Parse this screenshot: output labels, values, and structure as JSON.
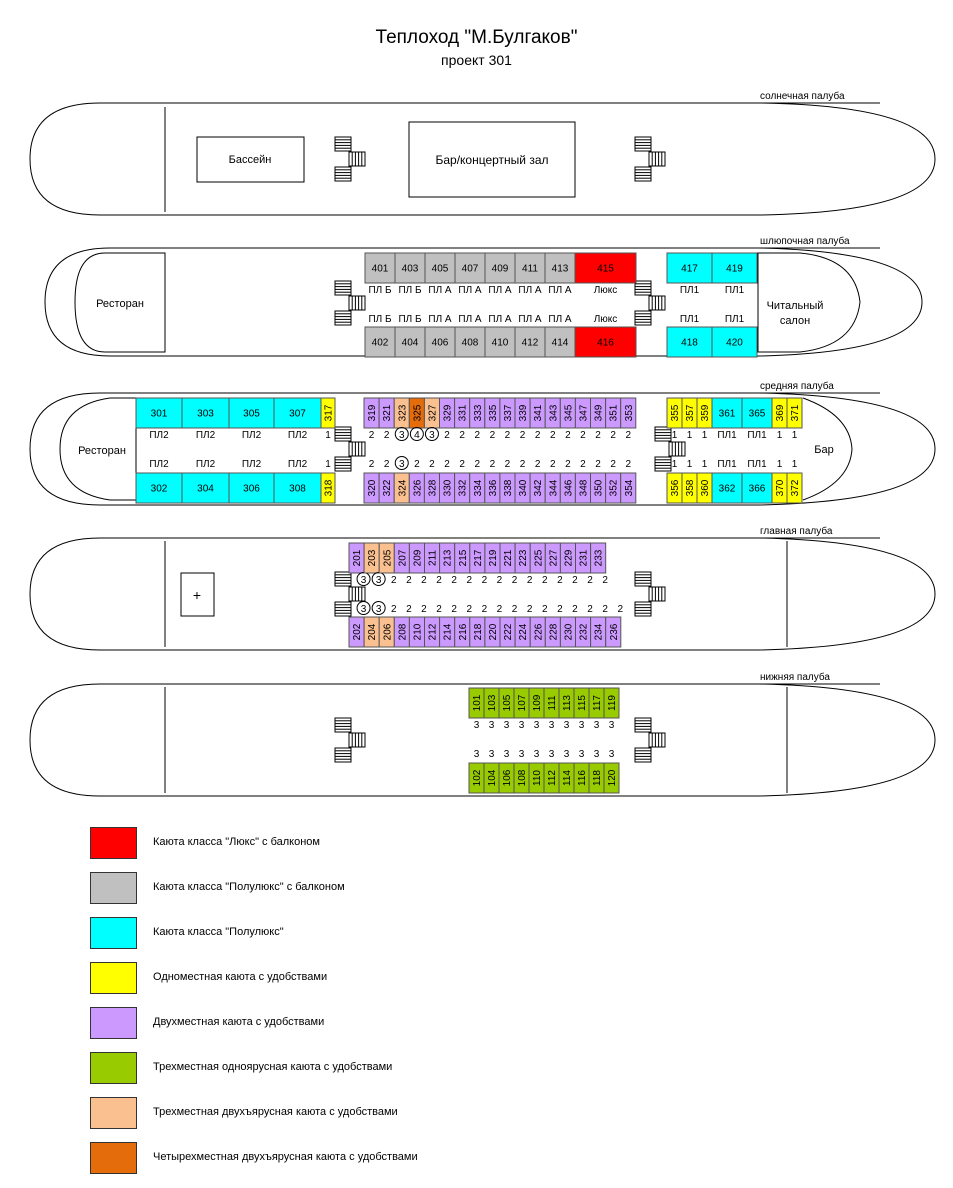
{
  "title": "Теплоход \"М.Булгаков\"",
  "subtitle": "проект 301",
  "colors": {
    "lux": "#ff0000",
    "semilux_balcony": "#c0c0c0",
    "semilux": "#00ffff",
    "single": "#ffff00",
    "double": "#cc99ff",
    "triple_single_tier": "#99cc00",
    "triple_bunk": "#fac090",
    "quad_bunk": "#e46c0a"
  },
  "decks": [
    {
      "label": "солнечная палуба"
    },
    {
      "label": "шлюпочная палуба"
    },
    {
      "label": "средняя палуба"
    },
    {
      "label": "главная палуба"
    },
    {
      "label": "нижняя палуба"
    }
  ],
  "rooms": {
    "pool": "Бассейн",
    "bar_concert": "Бар/концертный зал",
    "restaurant_boat": "Ресторан",
    "reading_1": "Читальный",
    "reading_2": "салон",
    "restaurant_mid": "Ресторан",
    "bar_mid": "Бар",
    "medical": "+"
  },
  "boat_top": [
    {
      "n": "401",
      "c": "semilux_balcony",
      "t": "ПЛ Б"
    },
    {
      "n": "403",
      "c": "semilux_balcony",
      "t": "ПЛ Б"
    },
    {
      "n": "405",
      "c": "semilux_balcony",
      "t": "ПЛ А"
    },
    {
      "n": "407",
      "c": "semilux_balcony",
      "t": "ПЛ А"
    },
    {
      "n": "409",
      "c": "semilux_balcony",
      "t": "ПЛ А"
    },
    {
      "n": "411",
      "c": "semilux_balcony",
      "t": "ПЛ А"
    },
    {
      "n": "413",
      "c": "semilux_balcony",
      "t": "ПЛ А"
    },
    {
      "n": "415",
      "c": "lux",
      "t": "Люкс"
    }
  ],
  "boat_bot": [
    {
      "n": "402",
      "c": "semilux_balcony",
      "t": "ПЛ Б"
    },
    {
      "n": "404",
      "c": "semilux_balcony",
      "t": "ПЛ Б"
    },
    {
      "n": "406",
      "c": "semilux_balcony",
      "t": "ПЛ А"
    },
    {
      "n": "408",
      "c": "semilux_balcony",
      "t": "ПЛ А"
    },
    {
      "n": "410",
      "c": "semilux_balcony",
      "t": "ПЛ А"
    },
    {
      "n": "412",
      "c": "semilux_balcony",
      "t": "ПЛ А"
    },
    {
      "n": "414",
      "c": "semilux_balcony",
      "t": "ПЛ А"
    },
    {
      "n": "416",
      "c": "lux",
      "t": "Люкс"
    }
  ],
  "boat_fwd_top": [
    {
      "n": "417",
      "c": "semilux",
      "t": "ПЛ1"
    },
    {
      "n": "419",
      "c": "semilux",
      "t": "ПЛ1"
    }
  ],
  "boat_fwd_bot": [
    {
      "n": "418",
      "c": "semilux",
      "t": "ПЛ1"
    },
    {
      "n": "420",
      "c": "semilux",
      "t": "ПЛ1"
    }
  ],
  "mid_aft_top": [
    {
      "n": "301",
      "c": "semilux",
      "t": "ПЛ2"
    },
    {
      "n": "303",
      "c": "semilux",
      "t": "ПЛ2"
    },
    {
      "n": "305",
      "c": "semilux",
      "t": "ПЛ2"
    },
    {
      "n": "307",
      "c": "semilux",
      "t": "ПЛ2"
    },
    {
      "n": "317",
      "c": "single",
      "t": "1"
    }
  ],
  "mid_aft_bot": [
    {
      "n": "302",
      "c": "semilux",
      "t": "ПЛ2"
    },
    {
      "n": "304",
      "c": "semilux",
      "t": "ПЛ2"
    },
    {
      "n": "306",
      "c": "semilux",
      "t": "ПЛ2"
    },
    {
      "n": "308",
      "c": "semilux",
      "t": "ПЛ2"
    },
    {
      "n": "318",
      "c": "single",
      "t": "1"
    }
  ],
  "mid_c_top": [
    {
      "n": "319",
      "c": "double",
      "t": "2"
    },
    {
      "n": "321",
      "c": "double",
      "t": "2"
    },
    {
      "n": "323",
      "c": "triple_bunk",
      "t": "3",
      "o": 1
    },
    {
      "n": "325",
      "c": "quad_bunk",
      "t": "4",
      "o": 1
    },
    {
      "n": "327",
      "c": "triple_bunk",
      "t": "3",
      "o": 1
    },
    {
      "n": "329",
      "c": "double",
      "t": "2"
    },
    {
      "n": "331",
      "c": "double",
      "t": "2"
    },
    {
      "n": "333",
      "c": "double",
      "t": "2"
    },
    {
      "n": "335",
      "c": "double",
      "t": "2"
    },
    {
      "n": "337",
      "c": "double",
      "t": "2"
    },
    {
      "n": "339",
      "c": "double",
      "t": "2"
    },
    {
      "n": "341",
      "c": "double",
      "t": "2"
    },
    {
      "n": "343",
      "c": "double",
      "t": "2"
    },
    {
      "n": "345",
      "c": "double",
      "t": "2"
    },
    {
      "n": "347",
      "c": "double",
      "t": "2"
    },
    {
      "n": "349",
      "c": "double",
      "t": "2"
    },
    {
      "n": "351",
      "c": "double",
      "t": "2"
    },
    {
      "n": "353",
      "c": "double",
      "t": "2"
    }
  ],
  "mid_c_bot": [
    {
      "n": "320",
      "c": "double",
      "t": "2"
    },
    {
      "n": "322",
      "c": "double",
      "t": "2"
    },
    {
      "n": "324",
      "c": "triple_bunk",
      "t": "3",
      "o": 1
    },
    {
      "n": "326",
      "c": "double",
      "t": "2"
    },
    {
      "n": "328",
      "c": "double",
      "t": "2"
    },
    {
      "n": "330",
      "c": "double",
      "t": "2"
    },
    {
      "n": "332",
      "c": "double",
      "t": "2"
    },
    {
      "n": "334",
      "c": "double",
      "t": "2"
    },
    {
      "n": "336",
      "c": "double",
      "t": "2"
    },
    {
      "n": "338",
      "c": "double",
      "t": "2"
    },
    {
      "n": "340",
      "c": "double",
      "t": "2"
    },
    {
      "n": "342",
      "c": "double",
      "t": "2"
    },
    {
      "n": "344",
      "c": "double",
      "t": "2"
    },
    {
      "n": "346",
      "c": "double",
      "t": "2"
    },
    {
      "n": "348",
      "c": "double",
      "t": "2"
    },
    {
      "n": "350",
      "c": "double",
      "t": "2"
    },
    {
      "n": "352",
      "c": "double",
      "t": "2"
    },
    {
      "n": "354",
      "c": "double",
      "t": "2"
    }
  ],
  "mid_f_top": [
    {
      "n": "355",
      "c": "single",
      "t": "1"
    },
    {
      "n": "357",
      "c": "single",
      "t": "1"
    },
    {
      "n": "359",
      "c": "single",
      "t": "1"
    },
    {
      "n": "361",
      "c": "semilux",
      "t": "ПЛ1"
    },
    {
      "n": "365",
      "c": "semilux",
      "t": "ПЛ1"
    },
    {
      "n": "369",
      "c": "single",
      "t": "1"
    },
    {
      "n": "371",
      "c": "single",
      "t": "1"
    }
  ],
  "mid_f_bot": [
    {
      "n": "356",
      "c": "single",
      "t": "1"
    },
    {
      "n": "358",
      "c": "single",
      "t": "1"
    },
    {
      "n": "360",
      "c": "single",
      "t": "1"
    },
    {
      "n": "362",
      "c": "semilux",
      "t": "ПЛ1"
    },
    {
      "n": "366",
      "c": "semilux",
      "t": "ПЛ1"
    },
    {
      "n": "370",
      "c": "single",
      "t": "1"
    },
    {
      "n": "372",
      "c": "single",
      "t": "1"
    }
  ],
  "main_top": [
    {
      "n": "201",
      "c": "double",
      "t": "3",
      "o": 1
    },
    {
      "n": "203",
      "c": "triple_bunk",
      "t": "3",
      "o": 1
    },
    {
      "n": "205",
      "c": "triple_bunk",
      "t": "2"
    },
    {
      "n": "207",
      "c": "double",
      "t": "2"
    },
    {
      "n": "209",
      "c": "double",
      "t": "2"
    },
    {
      "n": "211",
      "c": "double",
      "t": "2"
    },
    {
      "n": "213",
      "c": "double",
      "t": "2"
    },
    {
      "n": "215",
      "c": "double",
      "t": "2"
    },
    {
      "n": "217",
      "c": "double",
      "t": "2"
    },
    {
      "n": "219",
      "c": "double",
      "t": "2"
    },
    {
      "n": "221",
      "c": "double",
      "t": "2"
    },
    {
      "n": "223",
      "c": "double",
      "t": "2"
    },
    {
      "n": "225",
      "c": "double",
      "t": "2"
    },
    {
      "n": "227",
      "c": "double",
      "t": "2"
    },
    {
      "n": "229",
      "c": "double",
      "t": "2"
    },
    {
      "n": "231",
      "c": "double",
      "t": "2"
    },
    {
      "n": "233",
      "c": "double",
      "t": "2"
    }
  ],
  "main_bot": [
    {
      "n": "202",
      "c": "double",
      "t": "3",
      "o": 1
    },
    {
      "n": "204",
      "c": "triple_bunk",
      "t": "3",
      "o": 1
    },
    {
      "n": "206",
      "c": "triple_bunk",
      "t": "2"
    },
    {
      "n": "208",
      "c": "double",
      "t": "2"
    },
    {
      "n": "210",
      "c": "double",
      "t": "2"
    },
    {
      "n": "212",
      "c": "double",
      "t": "2"
    },
    {
      "n": "214",
      "c": "double",
      "t": "2"
    },
    {
      "n": "216",
      "c": "double",
      "t": "2"
    },
    {
      "n": "218",
      "c": "double",
      "t": "2"
    },
    {
      "n": "220",
      "c": "double",
      "t": "2"
    },
    {
      "n": "222",
      "c": "double",
      "t": "2"
    },
    {
      "n": "224",
      "c": "double",
      "t": "2"
    },
    {
      "n": "226",
      "c": "double",
      "t": "2"
    },
    {
      "n": "228",
      "c": "double",
      "t": "2"
    },
    {
      "n": "230",
      "c": "double",
      "t": "2"
    },
    {
      "n": "232",
      "c": "double",
      "t": "2"
    },
    {
      "n": "234",
      "c": "double",
      "t": "2"
    },
    {
      "n": "236",
      "c": "double",
      "t": "2"
    }
  ],
  "lower_top": [
    {
      "n": "101",
      "c": "triple_single_tier",
      "t": "3"
    },
    {
      "n": "103",
      "c": "triple_single_tier",
      "t": "3"
    },
    {
      "n": "105",
      "c": "triple_single_tier",
      "t": "3"
    },
    {
      "n": "107",
      "c": "triple_single_tier",
      "t": "3"
    },
    {
      "n": "109",
      "c": "triple_single_tier",
      "t": "3"
    },
    {
      "n": "111",
      "c": "triple_single_tier",
      "t": "3"
    },
    {
      "n": "113",
      "c": "triple_single_tier",
      "t": "3"
    },
    {
      "n": "115",
      "c": "triple_single_tier",
      "t": "3"
    },
    {
      "n": "117",
      "c": "triple_single_tier",
      "t": "3"
    },
    {
      "n": "119",
      "c": "triple_single_tier",
      "t": "3"
    }
  ],
  "lower_bot": [
    {
      "n": "102",
      "c": "triple_single_tier",
      "t": "3"
    },
    {
      "n": "104",
      "c": "triple_single_tier",
      "t": "3"
    },
    {
      "n": "106",
      "c": "triple_single_tier",
      "t": "3"
    },
    {
      "n": "108",
      "c": "triple_single_tier",
      "t": "3"
    },
    {
      "n": "110",
      "c": "triple_single_tier",
      "t": "3"
    },
    {
      "n": "112",
      "c": "triple_single_tier",
      "t": "3"
    },
    {
      "n": "114",
      "c": "triple_single_tier",
      "t": "3"
    },
    {
      "n": "116",
      "c": "triple_single_tier",
      "t": "3"
    },
    {
      "n": "118",
      "c": "triple_single_tier",
      "t": "3"
    },
    {
      "n": "120",
      "c": "triple_single_tier",
      "t": "3"
    }
  ],
  "legend": [
    {
      "color": "#ff0000",
      "label": "Каюта класса \"Люкс\" с балконом"
    },
    {
      "color": "#c0c0c0",
      "label": "Каюта класса \"Полулюкс\" с балконом"
    },
    {
      "color": "#00ffff",
      "label": "Каюта класса \"Полулюкс\""
    },
    {
      "color": "#ffff00",
      "label": "Одноместная каюта с удобствами"
    },
    {
      "color": "#cc99ff",
      "label": "Двухместная каюта с удобствами"
    },
    {
      "color": "#99cc00",
      "label": "Трехместная одноярусная каюта с удобствами"
    },
    {
      "color": "#fac090",
      "label": "Трехместная двухъярусная каюта с удобствами"
    },
    {
      "color": "#e46c0a",
      "label": "Четырехместная двухъярусная каюта с удобствами"
    }
  ]
}
